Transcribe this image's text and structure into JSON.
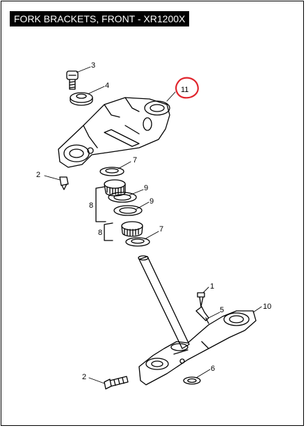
{
  "title": "FORK BRACKETS, FRONT - XR1200X",
  "colors": {
    "line": "#000000",
    "highlight": "#e0242c",
    "title_bg": "#000000",
    "title_fg": "#ffffff"
  },
  "callouts": {
    "c3": "3",
    "c4": "4",
    "c11": "11",
    "c2_top": "2",
    "c7_top": "7",
    "c9_top": "9",
    "c8_top": "8",
    "c9_mid": "9",
    "c8_bot": "8",
    "c7_bot": "7",
    "c1": "1",
    "c5": "5",
    "c10": "10",
    "c2_bot": "2",
    "c6": "6"
  }
}
